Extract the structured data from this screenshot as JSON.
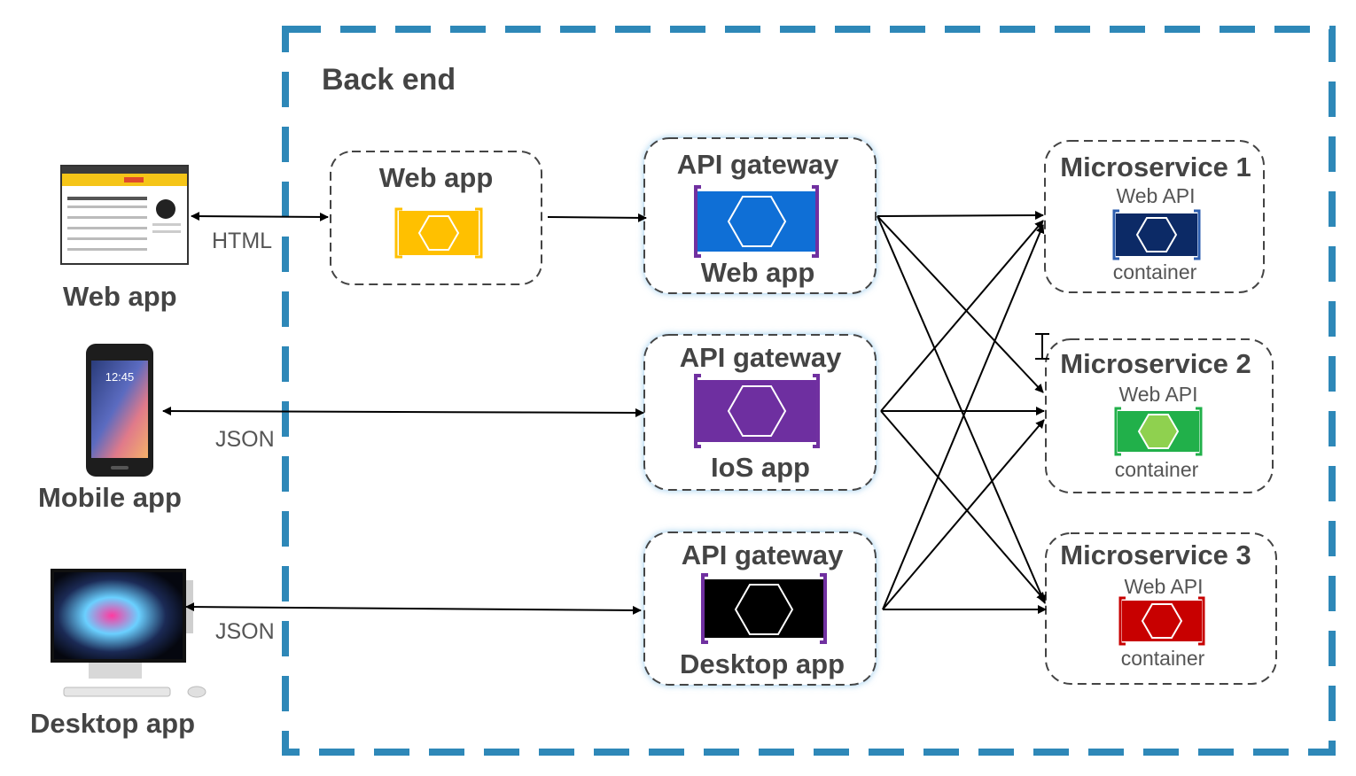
{
  "backend": {
    "title": "Back end",
    "web_app": "Web app"
  },
  "clients": [
    {
      "label": "Web app",
      "protocol": "HTML"
    },
    {
      "label": "Mobile app",
      "protocol": "JSON"
    },
    {
      "label": "Desktop app",
      "protocol": "JSON"
    }
  ],
  "gateways": [
    {
      "title": "API gateway",
      "label": "Web app",
      "color": "#0f6fd6"
    },
    {
      "title": "API gateway",
      "label": "IoS app",
      "color": "#6e2fa0"
    },
    {
      "title": "API gateway",
      "label": "Desktop app",
      "color": "#000000"
    }
  ],
  "microservices": [
    {
      "title": "Microservice 1",
      "api": "Web API",
      "container": "container",
      "color": "#0c2a66"
    },
    {
      "title": "Microservice 2",
      "api": "Web API",
      "container": "container",
      "color": "#21b04a"
    },
    {
      "title": "Microservice 3",
      "api": "Web API",
      "container": "container",
      "color": "#c80000"
    }
  ],
  "colors": {
    "backend_border": "#2e88b8",
    "webapp_component": "#ffc000",
    "gateway_frame": "#7030a0",
    "ms2_hexagon": "#8fd14f"
  }
}
